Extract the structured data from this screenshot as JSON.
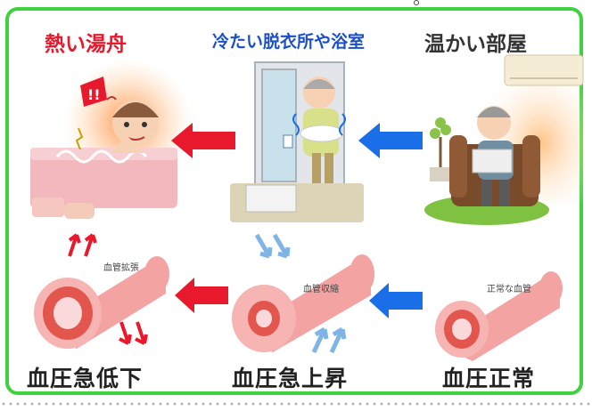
{
  "scenes": {
    "bath": {
      "title": "熱い湯舟",
      "color": "#e8192c"
    },
    "changing_room": {
      "title": "冷たい脱衣所や浴室",
      "color": "#1a4fc9"
    },
    "warm_room": {
      "title": "温かい部屋",
      "color": "#333333"
    }
  },
  "vessels": {
    "dilated": {
      "label": "血管拡張",
      "bp": "血圧急低下"
    },
    "constricted": {
      "label": "血管収縮",
      "bp": "血圧急上昇"
    },
    "normal": {
      "label": "正常な血管",
      "bp": "血圧正常"
    }
  },
  "colors": {
    "frame": "#3fd13f",
    "warm_arrow": "#e8192c",
    "cold_arrow": "#1a6ee8",
    "vessel": "#f4a3a3",
    "vessel_inner": "#e2564e"
  }
}
